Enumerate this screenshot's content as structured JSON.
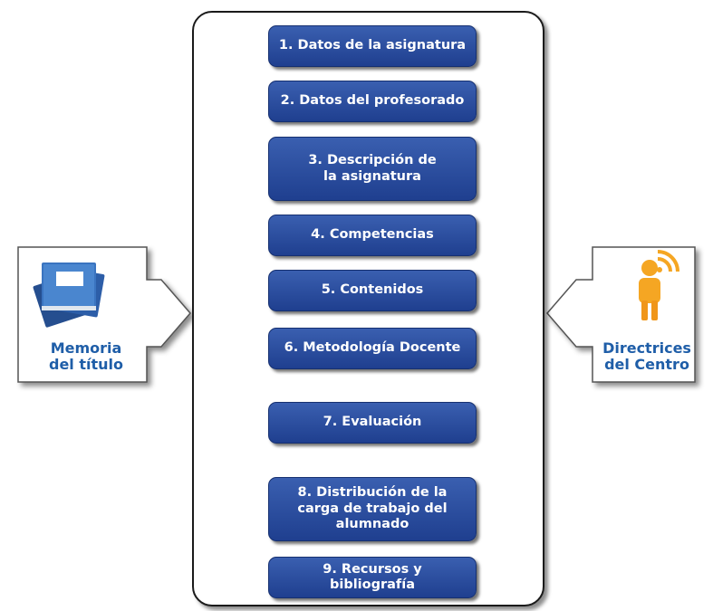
{
  "left_box": {
    "label": "Memoria\ndel título",
    "icon": "book-stack-icon"
  },
  "right_box": {
    "label": "Directrices\ndel Centro",
    "icon": "person-broadcast-icon"
  },
  "steps": [
    {
      "label": "1. Datos de la asignatura"
    },
    {
      "label": "2. Datos del profesorado"
    },
    {
      "label": "3. Descripción de\nla asignatura"
    },
    {
      "label": "4. Competencias"
    },
    {
      "label": "5. Contenidos"
    },
    {
      "label": "6. Metodología Docente"
    },
    {
      "label": "7. Evaluación"
    },
    {
      "label": "8. Distribución de la\ncarga de trabajo del\nalumnado"
    },
    {
      "label": "9. Recursos y bibliografía"
    }
  ],
  "colors": {
    "box_fill": "#2a4ea0",
    "text_blue": "#1f5ea8",
    "person": "#f5a623"
  }
}
